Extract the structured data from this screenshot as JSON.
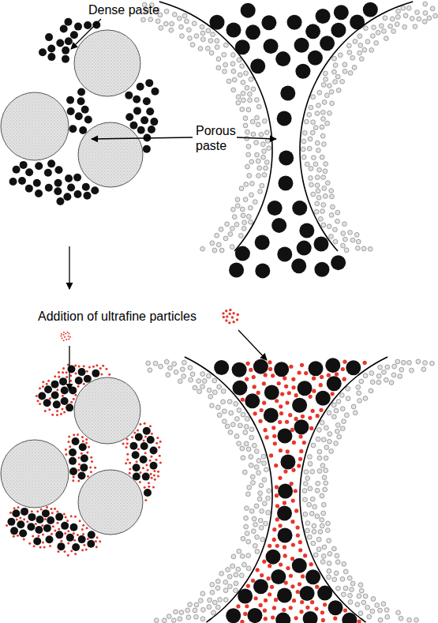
{
  "diagram": {
    "labels": [
      "Dense paste",
      "Porous paste",
      "Addition of ultrafine particles"
    ]
  }
}
